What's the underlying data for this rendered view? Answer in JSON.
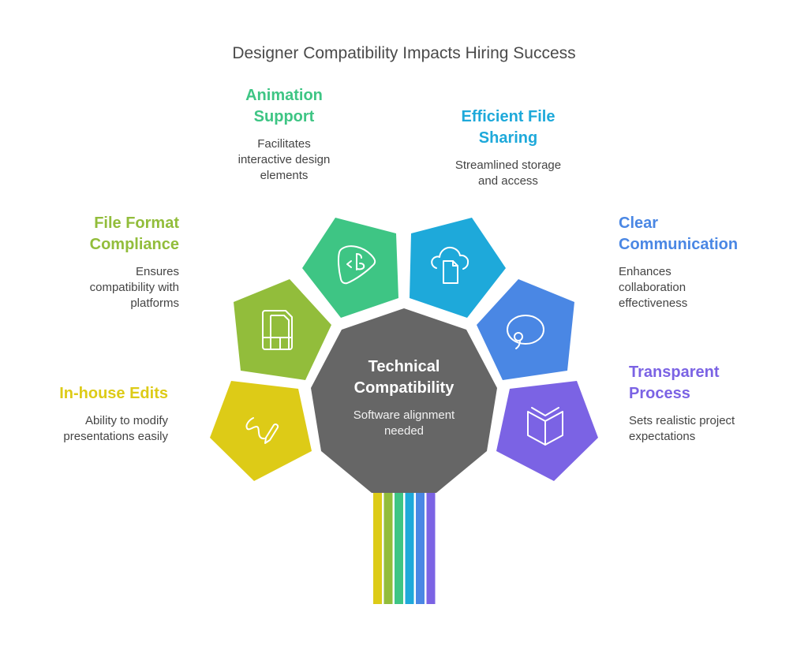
{
  "title": "Designer Compatibility Impacts Hiring Success",
  "center": {
    "title_line1": "Technical",
    "title_line2": "Compatibility",
    "desc_line1": "Software alignment",
    "desc_line2": "needed",
    "color": "#666666"
  },
  "items": [
    {
      "key": "in-house-edits",
      "title": "In-house Edits",
      "desc_line1": "Ability to modify",
      "desc_line2": "presentations easily",
      "icon": "pen-scribble-icon",
      "color": "#DDCB17"
    },
    {
      "key": "file-format-compliance",
      "title_line1": "File Format",
      "title_line2": "Compliance",
      "desc_line1": "Ensures",
      "desc_line2": "compatibility with",
      "desc_line3": "platforms",
      "icon": "file-grid-icon",
      "color": "#92BD3B"
    },
    {
      "key": "animation-support",
      "title_line1": "Animation",
      "title_line2": "Support",
      "desc_line1": "Facilitates",
      "desc_line2": "interactive design",
      "desc_line3": "elements",
      "icon": "code-shield-icon",
      "color": "#3EC584"
    },
    {
      "key": "efficient-file-sharing",
      "title_line1": "Efficient File",
      "title_line2": "Sharing",
      "desc_line1": "Streamlined storage",
      "desc_line2": "and access",
      "icon": "cloud-file-icon",
      "color": "#1EA9DA"
    },
    {
      "key": "clear-communication",
      "title_line1": "Clear",
      "title_line2": "Communication",
      "desc_line1": "Enhances",
      "desc_line2": "collaboration",
      "desc_line3": "effectiveness",
      "icon": "speech-bubble-icon",
      "color": "#4A87E4"
    },
    {
      "key": "transparent-process",
      "title_line1": "Transparent",
      "title_line2": "Process",
      "desc_line1": "Sets realistic project",
      "desc_line2": "expectations",
      "icon": "open-book-icon",
      "color": "#7B63E4"
    }
  ]
}
